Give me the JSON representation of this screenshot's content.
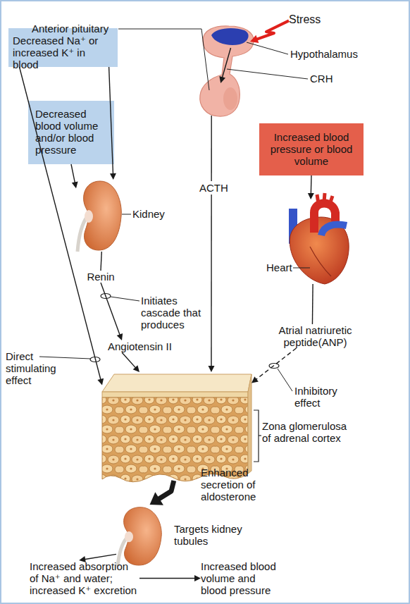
{
  "diagram": {
    "nodes": [
      {
        "text": [
          "Decreased Na⁺ or increased K⁺ in blood"
        ]
      },
      {
        "text": [
          "Stress"
        ]
      },
      {
        "text": [
          "Hypothalamus"
        ]
      },
      {
        "text": [
          "Anterior pituitary"
        ]
      },
      {
        "text": [
          "Decreased blood volume and/or blood pressure"
        ]
      },
      {
        "text": [
          "Increased blood pressure or blood volume"
        ]
      },
      {
        "text": [
          "Kidney"
        ]
      },
      {
        "text": [
          "Heart"
        ]
      },
      {
        "text": [
          "Renin"
        ]
      },
      {
        "text": [
          "Angiotensin II"
        ]
      },
      {
        "text": [
          "Atrial natriuretic peptide(ANP)"
        ]
      },
      {
        "text": [
          "Zona glomerulosa of adrenal cortex"
        ]
      },
      {
        "text": [
          "Targets kidney tubules"
        ]
      },
      {
        "text": [
          "Increased absorption of Na⁺ and water; increased K⁺ excretion"
        ]
      },
      {
        "text": [
          "Increased blood volume and blood pressure"
        ]
      }
    ],
    "edges": [
      {
        "from": 0,
        "to": 6,
        "arrow": "to"
      },
      {
        "from": 4,
        "to": 6,
        "arrow": "to"
      },
      {
        "from": 0,
        "to": 11,
        "arrow": "to",
        "label": "Direct stimulating effect"
      },
      {
        "from": 1,
        "to": 2,
        "arrow": "to"
      },
      {
        "from": 2,
        "to": 3,
        "arrow": "to",
        "label": "CRH"
      },
      {
        "from": 3,
        "to": 11,
        "arrow": "to",
        "label": "ACTH"
      },
      {
        "from": 6,
        "to": 8,
        "arrow": "none"
      },
      {
        "from": 8,
        "to": 9,
        "arrow": "to",
        "label": "Initiates cascade that produces"
      },
      {
        "from": 9,
        "to": 11,
        "arrow": "to"
      },
      {
        "from": 5,
        "to": 7,
        "arrow": "to"
      },
      {
        "from": 7,
        "to": 10,
        "arrow": "none"
      },
      {
        "from": 10,
        "to": 11,
        "arrow": "to",
        "label": "Inhibitory effect"
      },
      {
        "from": 11,
        "to": 12,
        "arrow": "to",
        "label": "Enhanced secretion of aldosterone"
      },
      {
        "from": 12,
        "to": 13,
        "arrow": "to"
      },
      {
        "from": 13,
        "to": 14,
        "arrow": "to"
      }
    ]
  }
}
